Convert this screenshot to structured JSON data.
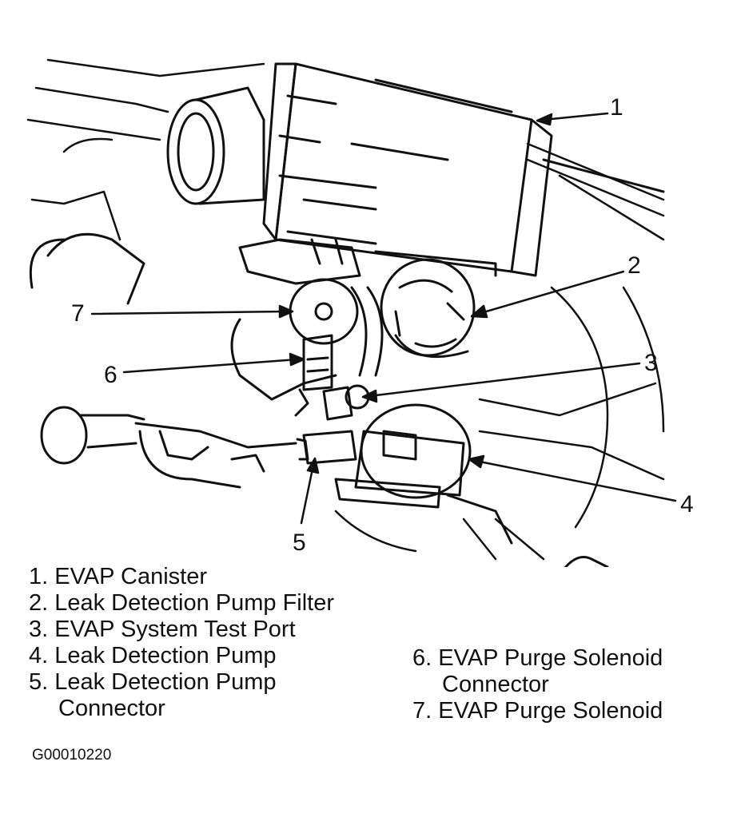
{
  "callouts": [
    "1",
    "2",
    "3",
    "4",
    "5",
    "6",
    "7"
  ],
  "legend": {
    "left": [
      {
        "line": "1. EVAP Canister"
      },
      {
        "line": "2. Leak Detection Pump Filter"
      },
      {
        "line": "3. EVAP System Test Port"
      },
      {
        "line": "4. Leak Detection Pump"
      },
      {
        "line": "5. Leak Detection Pump",
        "cont": "Connector"
      }
    ],
    "right": [
      {
        "line": "6. EVAP Purge Solenoid",
        "cont": "Connector"
      },
      {
        "line": "7. EVAP Purge Solenoid"
      }
    ]
  },
  "figure_code": "G00010220"
}
